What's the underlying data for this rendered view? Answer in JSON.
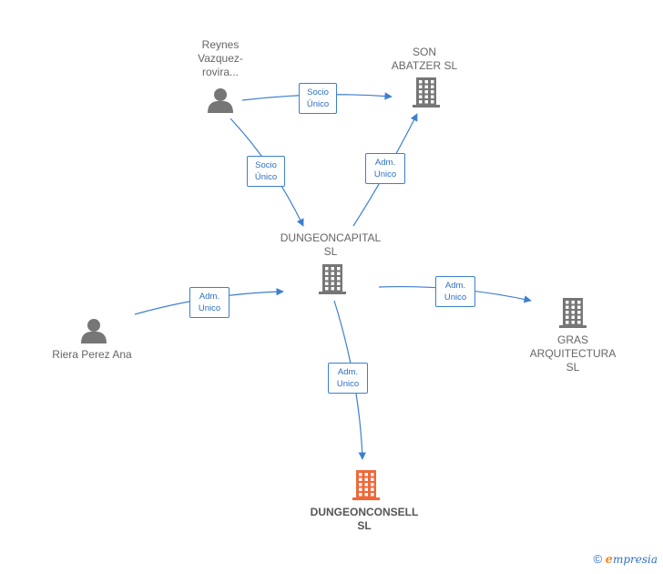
{
  "colors": {
    "edge": "#3d7fd0",
    "person": "#767676",
    "company": "#767676",
    "focus_company": "#f0683a"
  },
  "nodes": [
    {
      "id": "reynes",
      "kind": "person",
      "label": "Reynes\nVazquez-\nrovira..."
    },
    {
      "id": "son_abatzer",
      "kind": "company",
      "label": "SON\nABATZER  SL"
    },
    {
      "id": "dungeoncapital",
      "kind": "company",
      "label": "DUNGEONCAPITAL\nSL"
    },
    {
      "id": "riera",
      "kind": "person",
      "label": "Riera Perez Ana"
    },
    {
      "id": "gras",
      "kind": "company",
      "label": "GRAS\nARQUITECTURA\nSL"
    },
    {
      "id": "dungeonconsell",
      "kind": "focus",
      "label": "DUNGEONCONSELL\nSL"
    }
  ],
  "edges": [
    {
      "from": "reynes",
      "to": "son_abatzer",
      "label": "Socio\nÚnico"
    },
    {
      "from": "reynes",
      "to": "dungeoncapital",
      "label": "Socio\nÚnico"
    },
    {
      "from": "dungeoncapital",
      "to": "son_abatzer",
      "label": "Adm.\nUnico"
    },
    {
      "from": "riera",
      "to": "dungeoncapital",
      "label": "Adm.\nUnico"
    },
    {
      "from": "dungeoncapital",
      "to": "gras",
      "label": "Adm.\nUnico"
    },
    {
      "from": "dungeoncapital",
      "to": "dungeonconsell",
      "label": "Adm.\nUnico"
    }
  ],
  "footer": {
    "copyright": "©",
    "brand_initial": "e",
    "brand_rest": "mpresia"
  }
}
